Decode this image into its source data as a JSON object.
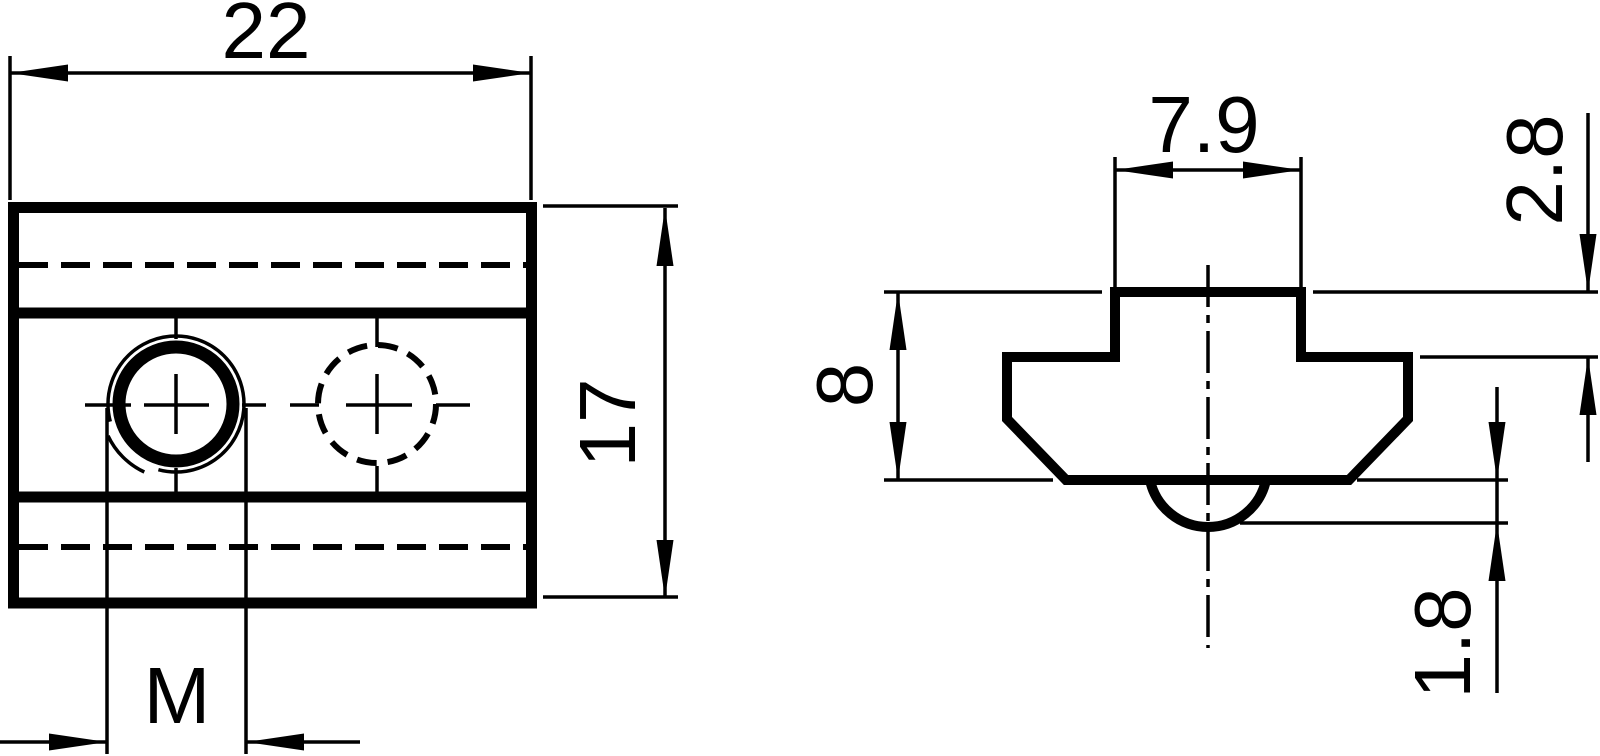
{
  "drawing": {
    "title": "T-slot nut technical drawing",
    "background_color": "#ffffff",
    "line_color": "#000000",
    "views": {
      "top_view": {
        "labels": {
          "overall_length": "22",
          "overall_width": "17",
          "thread": "M"
        }
      },
      "profile_view": {
        "labels": {
          "tongue_width": "7.9",
          "tongue_height": "2.8",
          "nut_height": "8",
          "ball_protrusion": "1.8"
        }
      }
    }
  }
}
